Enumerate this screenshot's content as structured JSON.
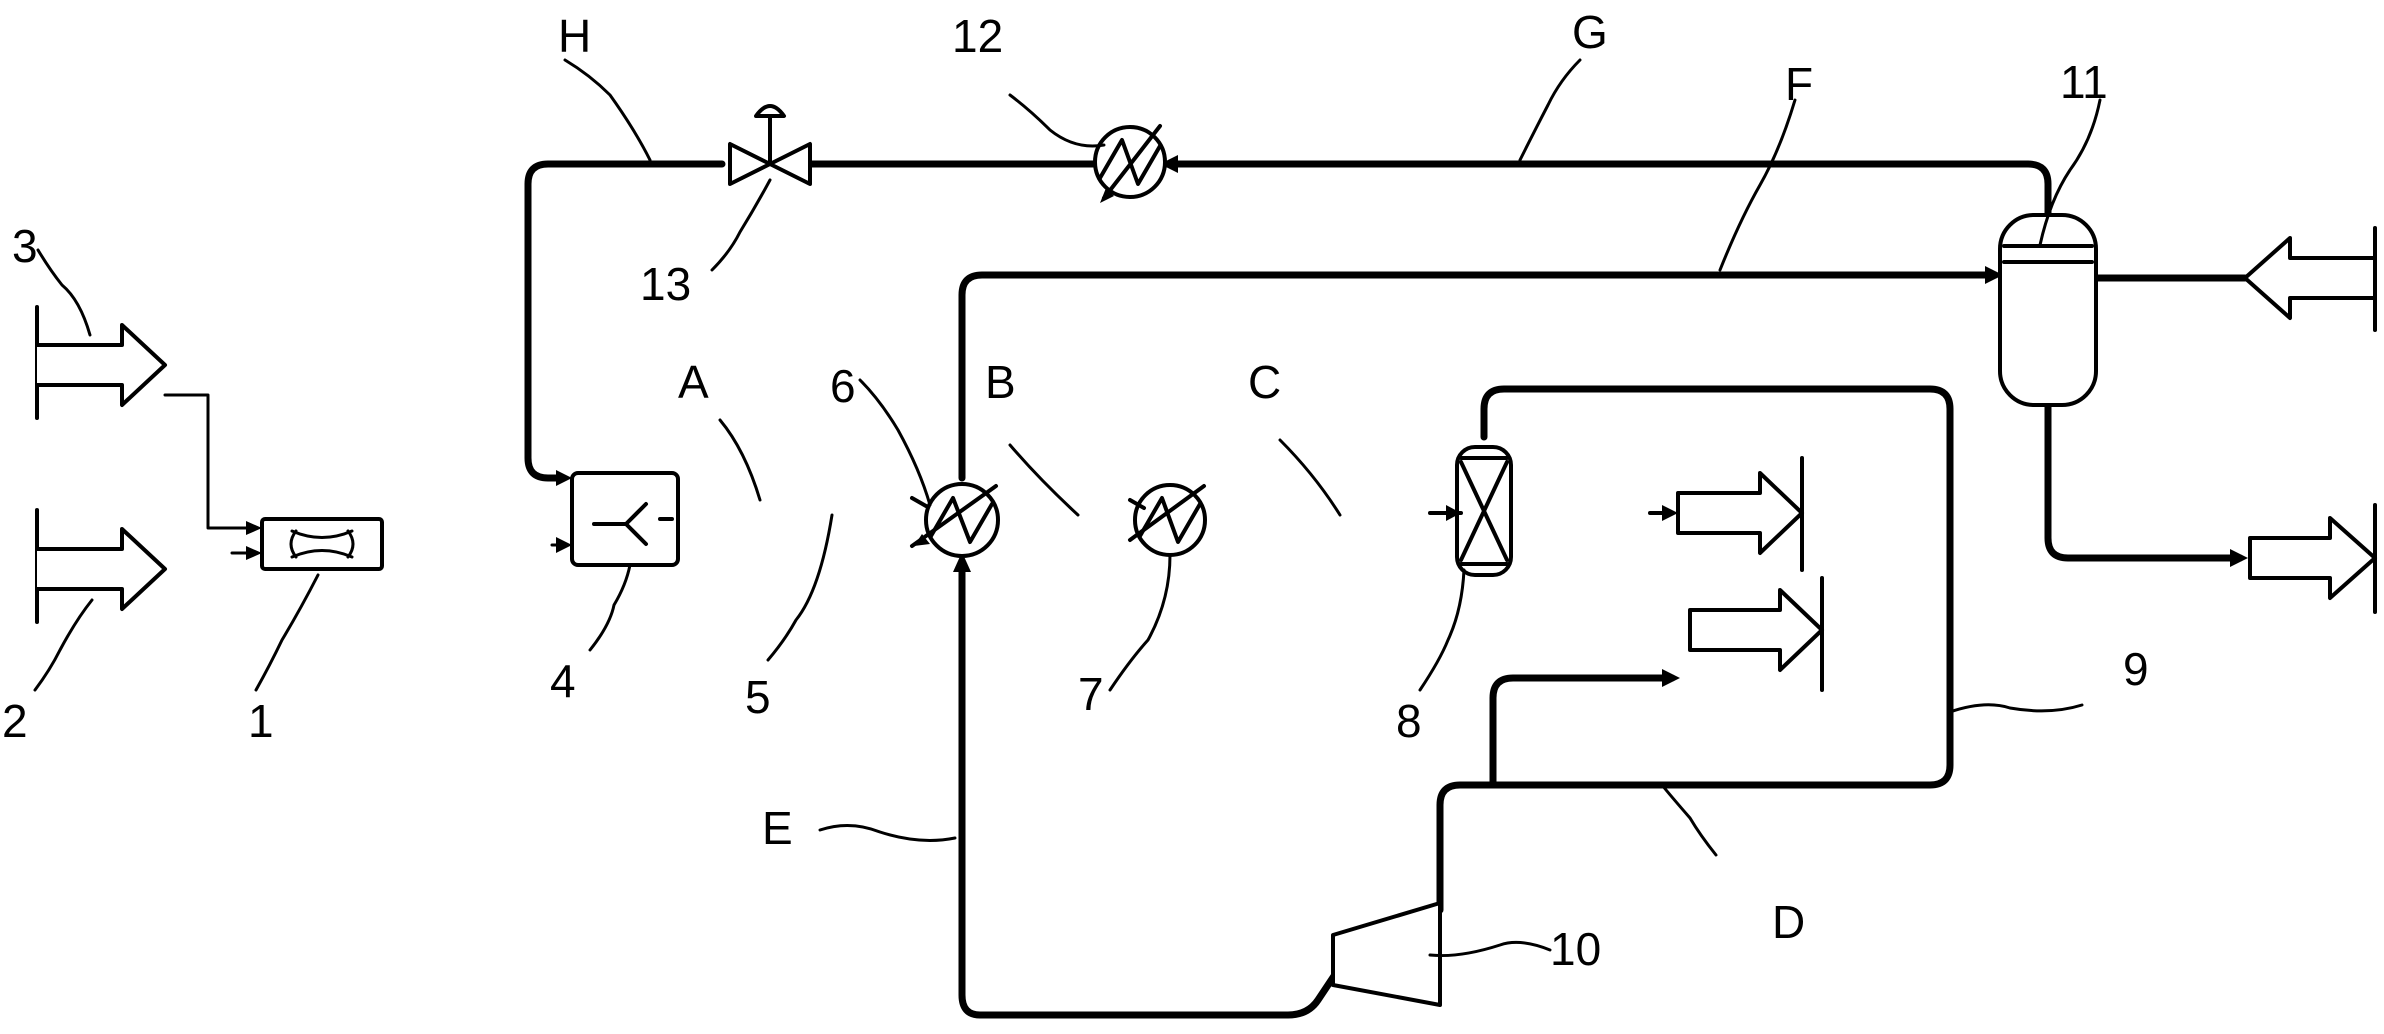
{
  "colors": {
    "line": "#000000",
    "background": "#ffffff"
  },
  "labels": {
    "l1": "1",
    "l2": "2",
    "l3": "3",
    "l4": "4",
    "l5": "5",
    "l6": "6",
    "l7": "7",
    "l8": "8",
    "l9": "9",
    "l10": "10",
    "l11": "11",
    "l12": "12",
    "l13": "13",
    "lA": "A",
    "lB": "B",
    "lC": "C",
    "lD": "D",
    "lE": "E",
    "lF": "F",
    "lG": "G",
    "lH": "H"
  },
  "components": [
    {
      "id": "1",
      "kind": "mixer"
    },
    {
      "id": "2",
      "kind": "feed-arrow-in"
    },
    {
      "id": "3",
      "kind": "feed-arrow-in"
    },
    {
      "id": "4",
      "kind": "reactor-block"
    },
    {
      "id": "6",
      "kind": "heat-exchanger"
    },
    {
      "id": "7",
      "kind": "heat-exchanger"
    },
    {
      "id": "8",
      "kind": "vessel"
    },
    {
      "id": "10",
      "kind": "turbine"
    },
    {
      "id": "11",
      "kind": "separator-column"
    },
    {
      "id": "12",
      "kind": "heat-exchanger"
    },
    {
      "id": "13",
      "kind": "control-valve"
    }
  ],
  "streams": [
    "A",
    "B",
    "C",
    "D",
    "E",
    "F",
    "G",
    "H"
  ]
}
